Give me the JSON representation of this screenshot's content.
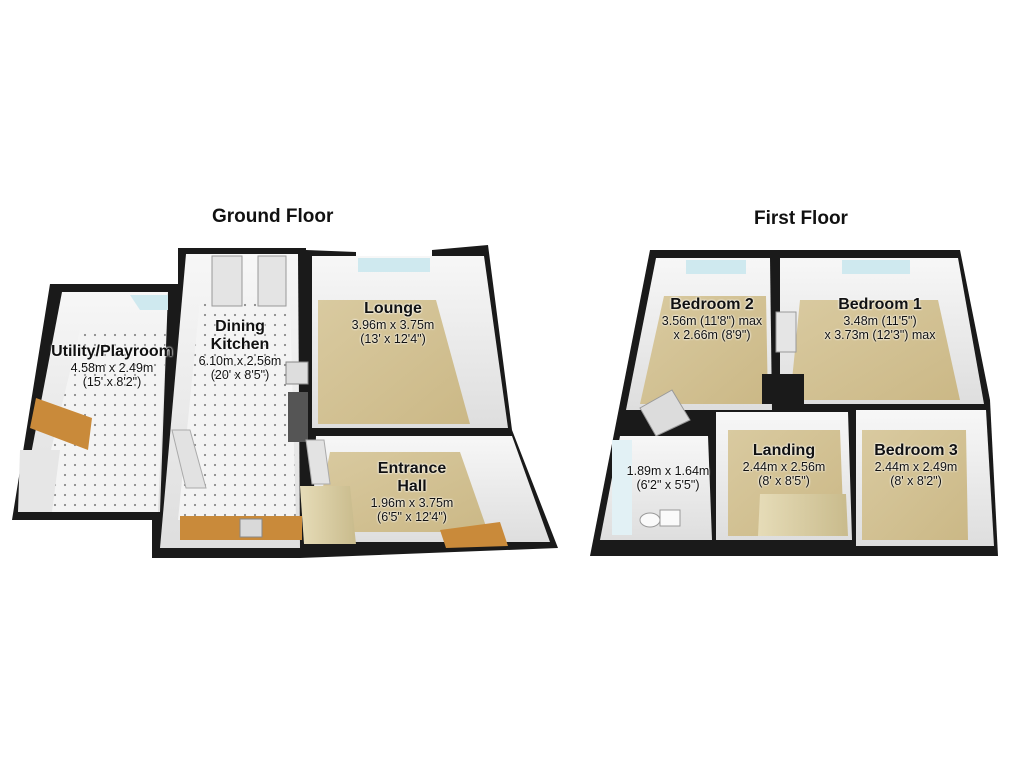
{
  "ground_floor": {
    "title": "Ground Floor",
    "rooms": {
      "utility": {
        "name": "Utility/Playroom",
        "dim_metric": "4.58m x 2.49m",
        "dim_imperial": "(15' x 8'2\")"
      },
      "dining_kitchen": {
        "name_line1": "Dining",
        "name_line2": "Kitchen",
        "dim_metric": "6.10m x 2.56m",
        "dim_imperial": "(20' x 8'5\")"
      },
      "lounge": {
        "name": "Lounge",
        "dim_metric": "3.96m x 3.75m",
        "dim_imperial": "(13' x 12'4\")"
      },
      "entrance_hall": {
        "name_line1": "Entrance",
        "name_line2": "Hall",
        "dim_metric": "1.96m x 3.75m",
        "dim_imperial": "(6'5\" x 12'4\")"
      }
    }
  },
  "first_floor": {
    "title": "First Floor",
    "rooms": {
      "bedroom2": {
        "name": "Bedroom 2",
        "dim_line1": "3.56m (11'8\") max",
        "dim_line2": "x 2.66m (8'9\")"
      },
      "bedroom1": {
        "name": "Bedroom 1",
        "dim_line1": "3.48m (11'5\")",
        "dim_line2": "x 3.73m (12'3\") max"
      },
      "bathroom": {
        "dim_metric": "1.89m x 1.64m",
        "dim_imperial": "(6'2\" x 5'5\")"
      },
      "landing": {
        "name": "Landing",
        "dim_metric": "2.44m x 2.56m",
        "dim_imperial": "(8' x 8'5\")"
      },
      "bedroom3": {
        "name": "Bedroom 3",
        "dim_metric": "2.44m x 2.49m",
        "dim_imperial": "(8' x 8'2\")"
      }
    }
  },
  "colors": {
    "wall": "#111111",
    "wall_face": "#f2f2f2",
    "carpet": "#d6c79a",
    "tile": "#f4f4f4",
    "wood": "#c98a3a",
    "window": "#cfe9ef"
  }
}
